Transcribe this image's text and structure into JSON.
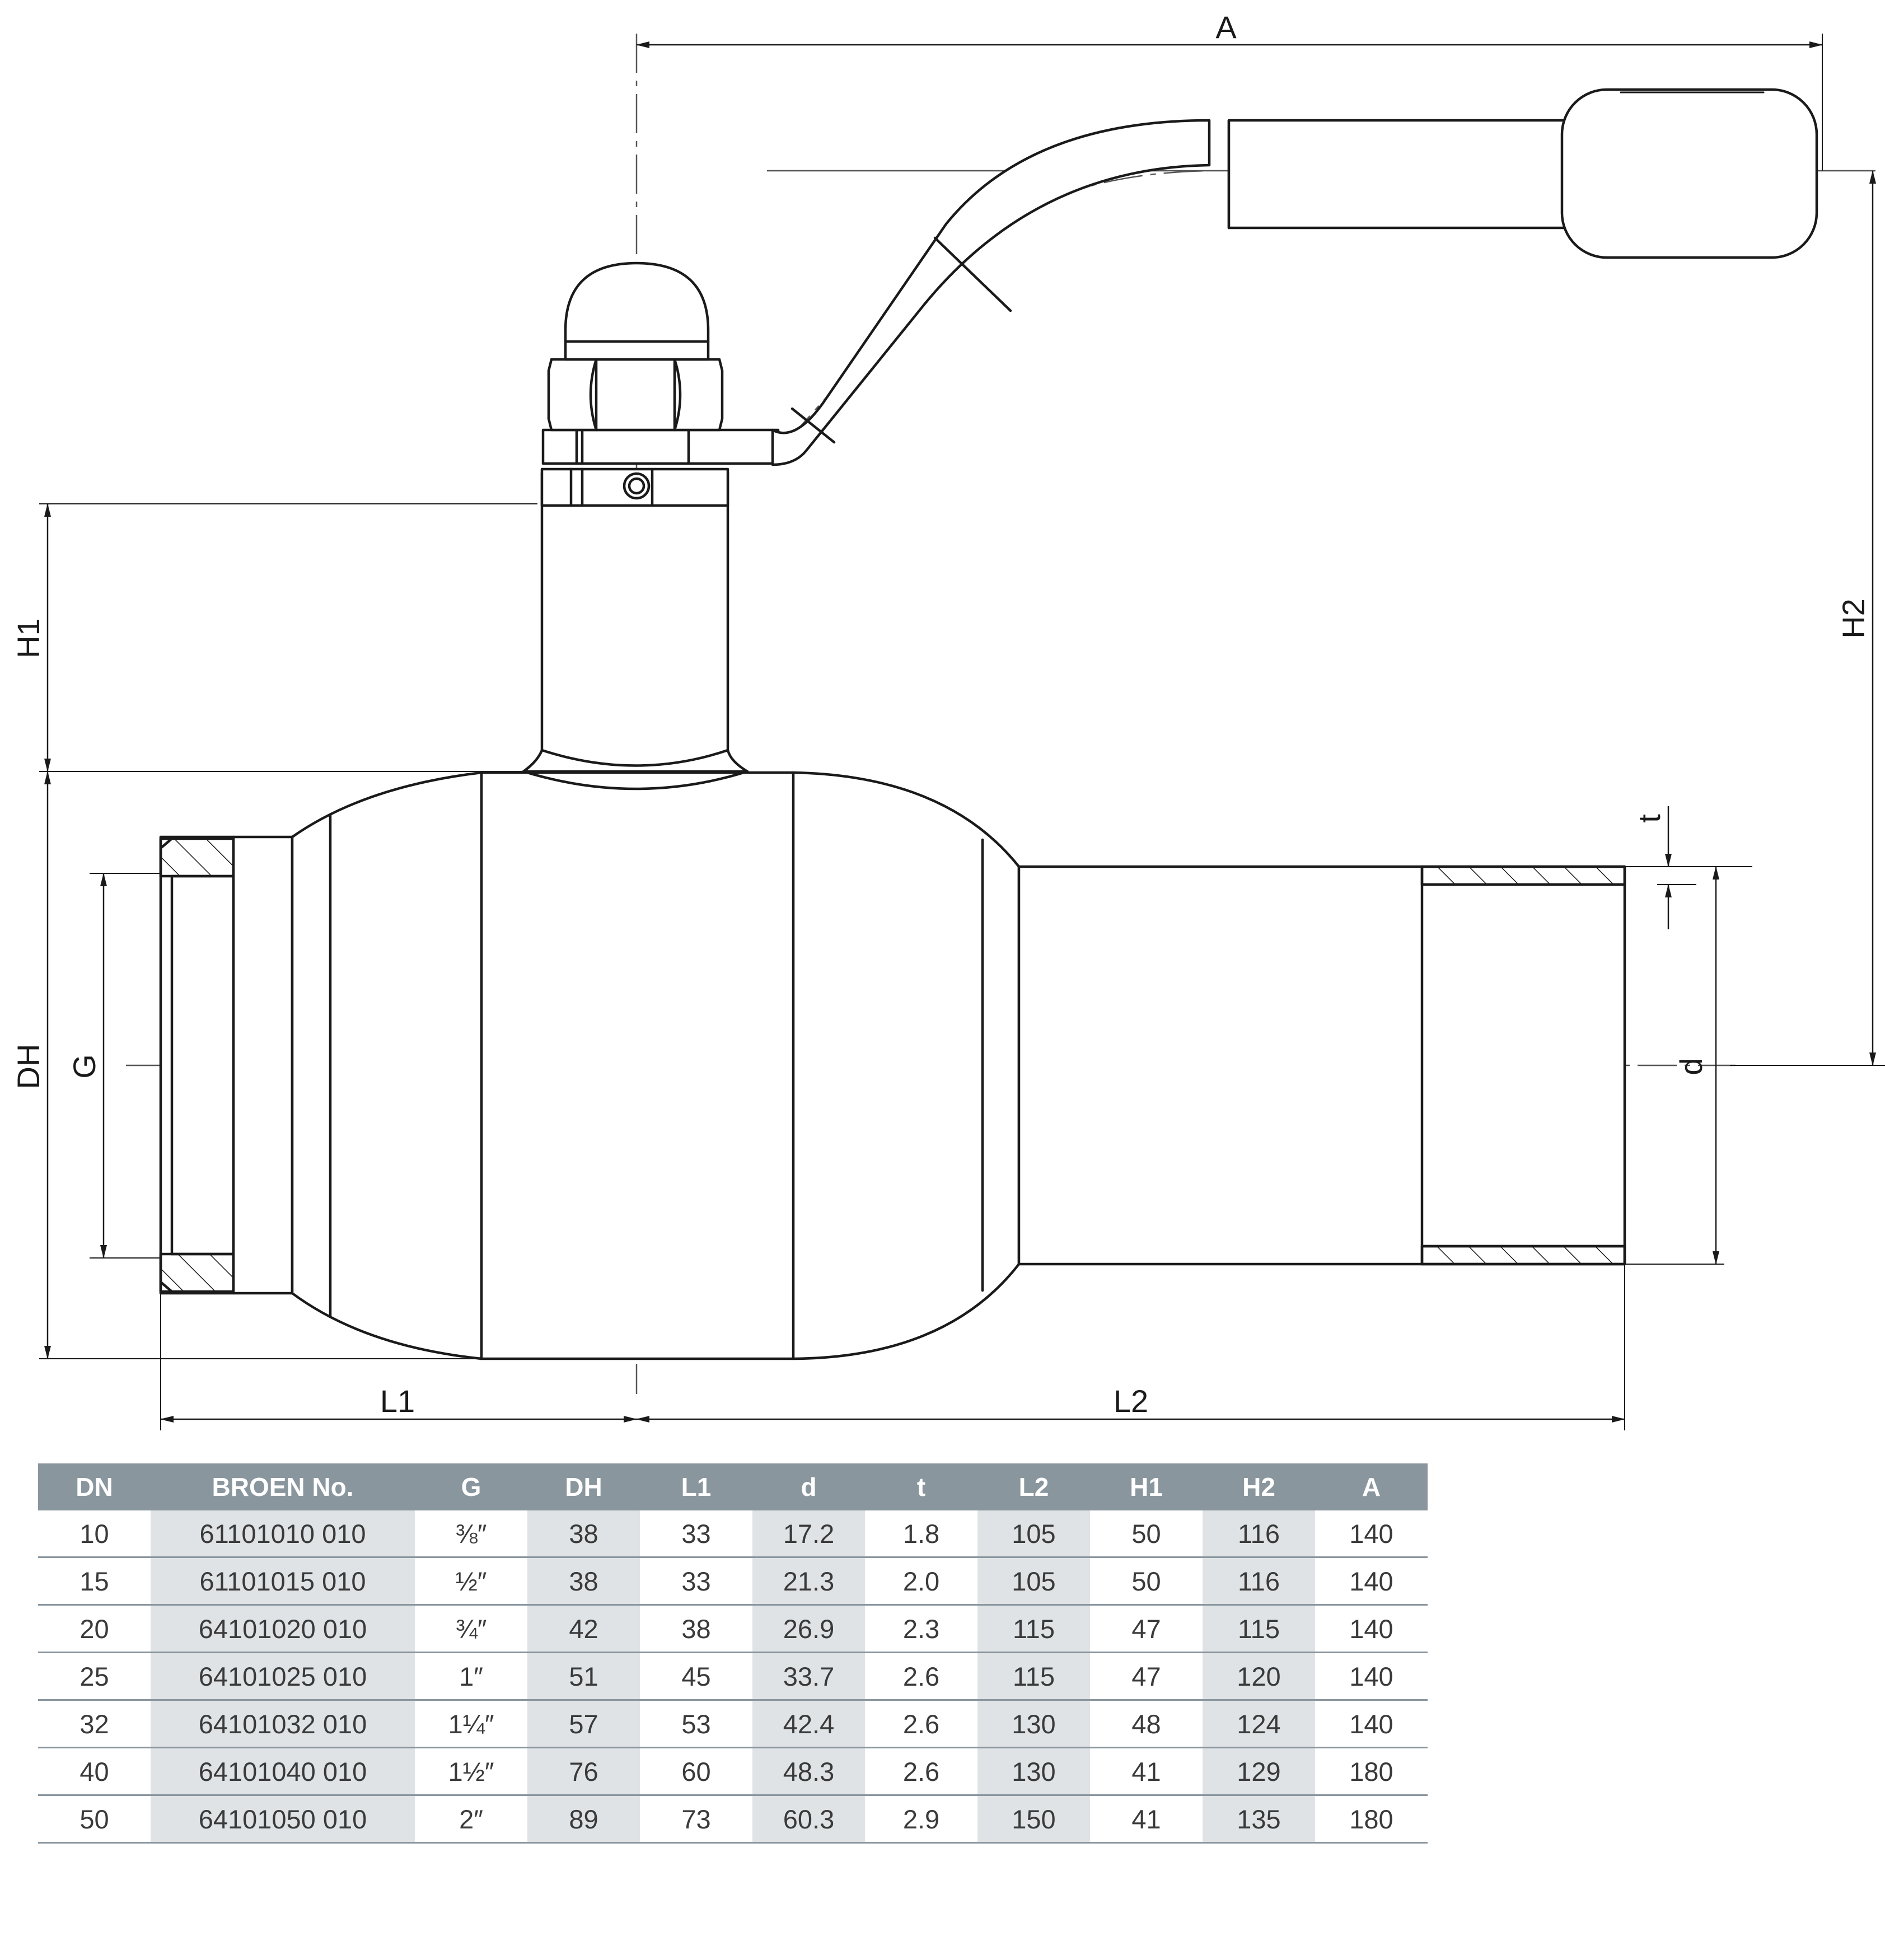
{
  "drawing": {
    "dimension_labels": {
      "A": "A",
      "H1": "H1",
      "H2": "H2",
      "DH": "DH",
      "G": "G",
      "d": "d",
      "t": "t",
      "L1": "L1",
      "L2": "L2"
    }
  },
  "table": {
    "headers": [
      "DN",
      "BROEN No.",
      "G",
      "DH",
      "L1",
      "d",
      "t",
      "L2",
      "H1",
      "H2",
      "A"
    ],
    "rows": [
      [
        "10",
        "61101010 010",
        "⅜″",
        "38",
        "33",
        "17.2",
        "1.8",
        "105",
        "50",
        "116",
        "140"
      ],
      [
        "15",
        "61101015 010",
        "½″",
        "38",
        "33",
        "21.3",
        "2.0",
        "105",
        "50",
        "116",
        "140"
      ],
      [
        "20",
        "64101020 010",
        "¾″",
        "42",
        "38",
        "26.9",
        "2.3",
        "115",
        "47",
        "115",
        "140"
      ],
      [
        "25",
        "64101025 010",
        "1″",
        "51",
        "45",
        "33.7",
        "2.6",
        "115",
        "47",
        "120",
        "140"
      ],
      [
        "32",
        "64101032 010",
        "1¼″",
        "57",
        "53",
        "42.4",
        "2.6",
        "130",
        "48",
        "124",
        "140"
      ],
      [
        "40",
        "64101040 010",
        "1½″",
        "76",
        "60",
        "48.3",
        "2.6",
        "130",
        "41",
        "129",
        "180"
      ],
      [
        "50",
        "64101050 010",
        "2″",
        "89",
        "73",
        "60.3",
        "2.9",
        "150",
        "41",
        "135",
        "180"
      ]
    ],
    "colors": {
      "header_bg": "#8a969e",
      "header_text": "#ffffff",
      "shade": "#dfe3e6",
      "text": "#3a3a3a"
    }
  }
}
